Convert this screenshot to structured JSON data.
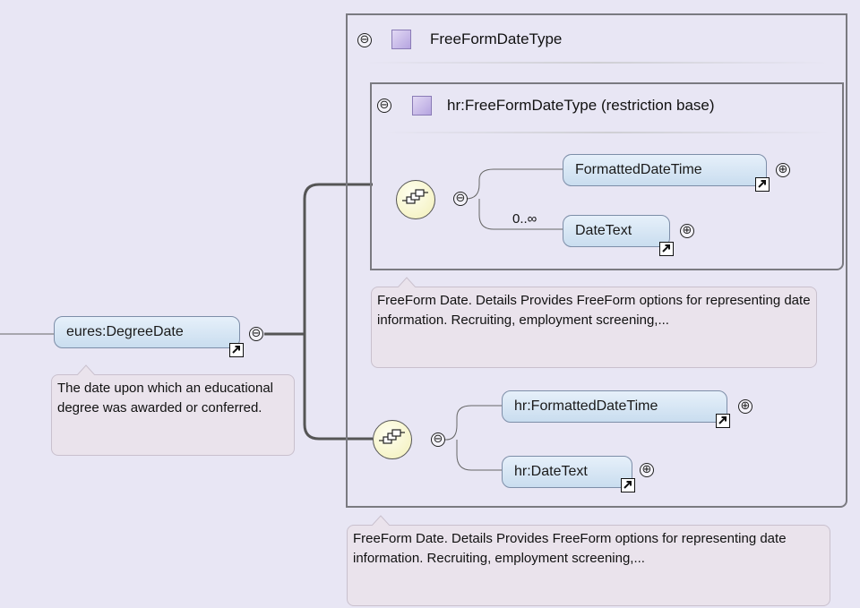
{
  "root": {
    "label": "eures:DegreeDate",
    "doc": "The date upon which an educational degree was awarded or conferred."
  },
  "outer_type": {
    "label": "FreeFormDateType",
    "doc": "FreeForm Date. Details Provides FreeForm options for representing date information. Recruiting, employment screening,..."
  },
  "inner_type": {
    "label": "hr:FreeFormDateType (restriction base)",
    "doc": "FreeForm Date. Details Provides FreeForm options for representing date information. Recruiting, employment screening,..."
  },
  "inner_sequence": {
    "items": [
      {
        "label": "FormattedDateTime"
      },
      {
        "label": "DateText",
        "occurrence": "0..∞"
      }
    ]
  },
  "outer_sequence": {
    "items": [
      {
        "label": "hr:FormattedDateTime"
      },
      {
        "label": "hr:DateText"
      }
    ]
  },
  "symbols": {
    "collapse": "⊖",
    "expand": "⊕"
  },
  "colors": {
    "background": "#e8e6f4",
    "element_fill": "#d3e3f3",
    "doc_fill": "#eae3ec",
    "sequence_fill": "#f5f2c4"
  }
}
